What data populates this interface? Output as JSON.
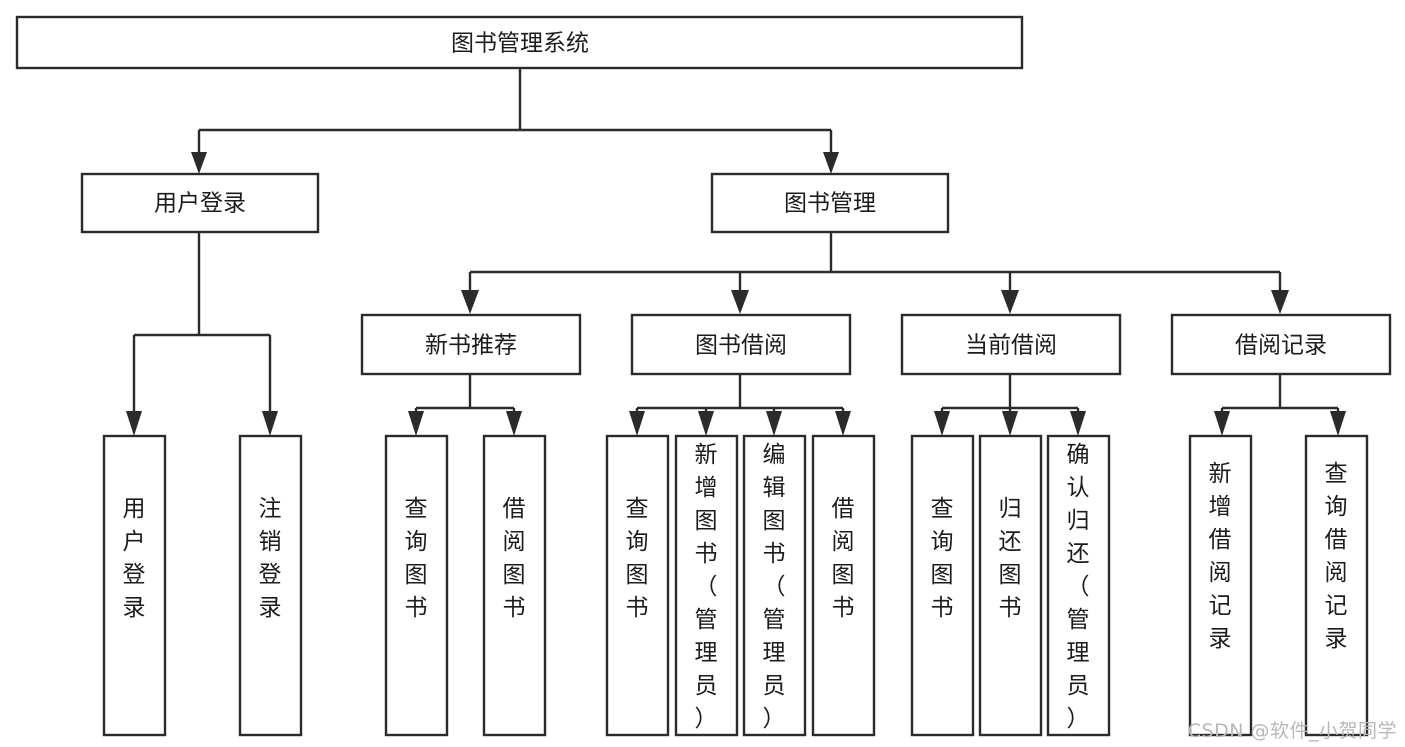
{
  "diagram": {
    "title": "图书管理系统",
    "type": "tree",
    "watermark": "CSDN @软件_小贺同学",
    "colors": {
      "box_stroke": "#2b2b2b",
      "box_fill": "#ffffff",
      "text": "#1c1c1c",
      "background": "#ffffff",
      "watermark": "#b8b8b8"
    },
    "levels": {
      "root": {
        "label": "图书管理系统"
      },
      "level2": [
        {
          "label": "用户登录"
        },
        {
          "label": "图书管理"
        }
      ],
      "level3": [
        {
          "label": "新书推荐"
        },
        {
          "label": "图书借阅"
        },
        {
          "label": "当前借阅"
        },
        {
          "label": "借阅记录"
        }
      ]
    },
    "nodes": {
      "root": "图书管理系统",
      "user_login": "用户登录",
      "book_manage": "图书管理",
      "new_book_rec": "新书推荐",
      "book_borrow": "图书借阅",
      "current_borrow": "当前借阅",
      "borrow_record": "借阅记录",
      "leaf_user_login": "用户登录",
      "leaf_logout": "注销登录",
      "leaf_query_book_1": "查询图书",
      "leaf_borrow_book_1": "借阅图书",
      "leaf_query_book_2": "查询图书",
      "leaf_add_book_admin": "新增图书（管理员）",
      "leaf_edit_book_admin": "编辑图书（管理员）",
      "leaf_borrow_book_2": "借阅图书",
      "leaf_query_book_3": "查询图书",
      "leaf_return_book": "归还图书",
      "leaf_confirm_return_admin": "确认归还（管理员）",
      "leaf_add_record": "新增借阅记录",
      "leaf_query_record": "查询借阅记录"
    }
  }
}
